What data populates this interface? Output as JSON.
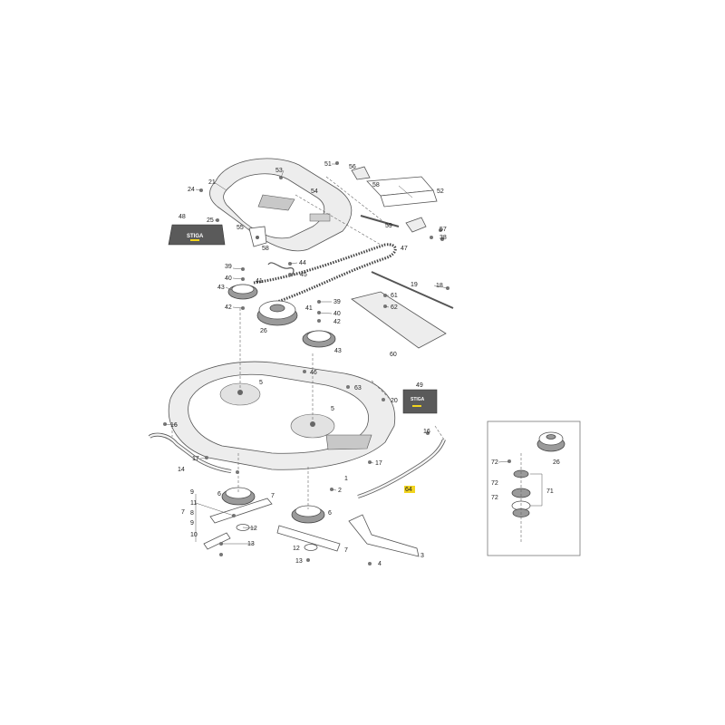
{
  "diagram": {
    "highlight_color": "#f2d41e",
    "labels": {
      "p1": "1",
      "p2": "2",
      "p3": "3",
      "p4": "4",
      "p5": "5",
      "p5b": "5",
      "p6": "6",
      "p6b": "6",
      "p7": "7",
      "p7b": "7",
      "p7c": "7",
      "p8": "8",
      "p9": "9",
      "p9b": "9",
      "p10": "10",
      "p11": "11",
      "p12": "12",
      "p12b": "12",
      "p13": "13",
      "p13b": "13",
      "p14": "14",
      "p16": "16",
      "p16b": "16",
      "p17": "17",
      "p17b": "17",
      "p18": "18",
      "p19": "19",
      "p20": "20",
      "p21": "21",
      "p24": "24",
      "p25": "25",
      "p26": "26",
      "p26b": "26",
      "p38": "38",
      "p39": "39",
      "p39b": "39",
      "p40": "40",
      "p40b": "40",
      "p41": "41",
      "p41b": "41",
      "p42": "42",
      "p42b": "42",
      "p43": "43",
      "p43b": "43",
      "p44": "44",
      "p45": "45",
      "p46": "46",
      "p47": "47",
      "p48": "48",
      "p49": "49",
      "p51": "51",
      "p52": "52",
      "p53": "53",
      "p54": "54",
      "p55": "55",
      "p56": "56",
      "p57": "57",
      "p58": "58",
      "p58b": "58",
      "p59": "59",
      "p60": "60",
      "p61": "61",
      "p62": "62",
      "p63": "63",
      "p64": "64",
      "p71": "71",
      "p72": "72",
      "p72b": "72",
      "p72c": "72"
    },
    "logo_text_48": "STIGA",
    "logo_text_49": "STIGA"
  }
}
